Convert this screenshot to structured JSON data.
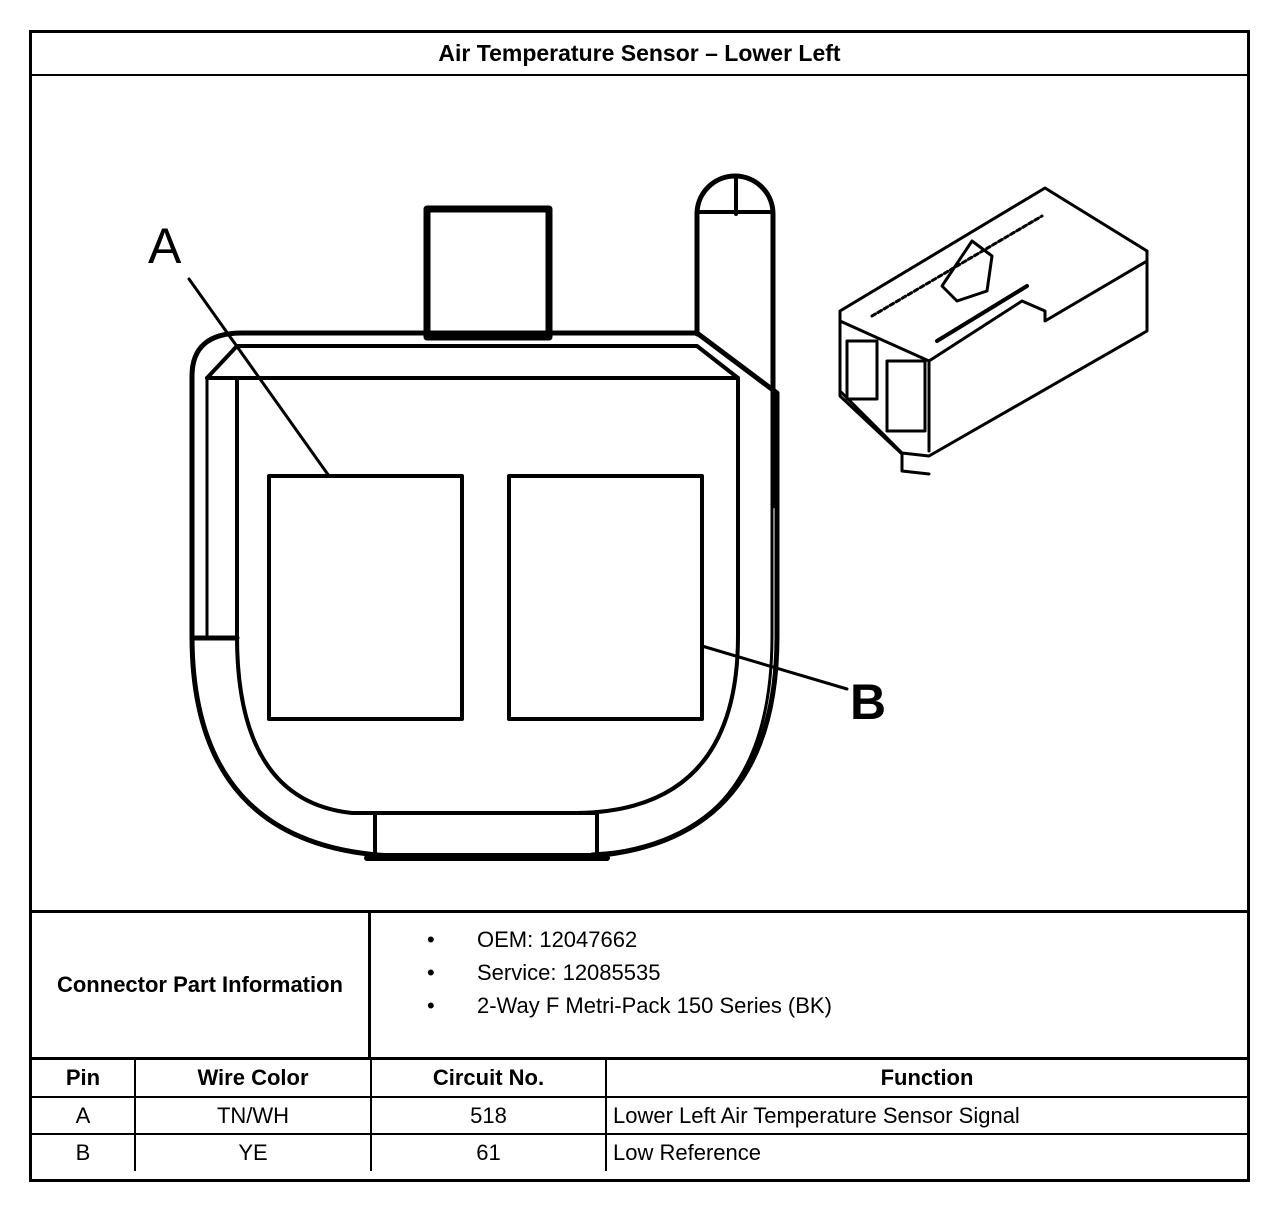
{
  "title": "Air Temperature Sensor – Lower Left",
  "diagram": {
    "label_a": "A",
    "label_b": "B"
  },
  "connector_info": {
    "label": "Connector Part Information",
    "items": [
      "OEM: 12047662",
      "Service: 12085535",
      "2-Way F Metri-Pack 150 Series (BK)"
    ]
  },
  "pin_table": {
    "headers": [
      "Pin",
      "Wire Color",
      "Circuit No.",
      "Function"
    ],
    "rows": [
      [
        "A",
        "TN/WH",
        "518",
        "Lower Left Air Temperature Sensor Signal"
      ],
      [
        "B",
        "YE",
        "61",
        "Low Reference"
      ]
    ]
  }
}
